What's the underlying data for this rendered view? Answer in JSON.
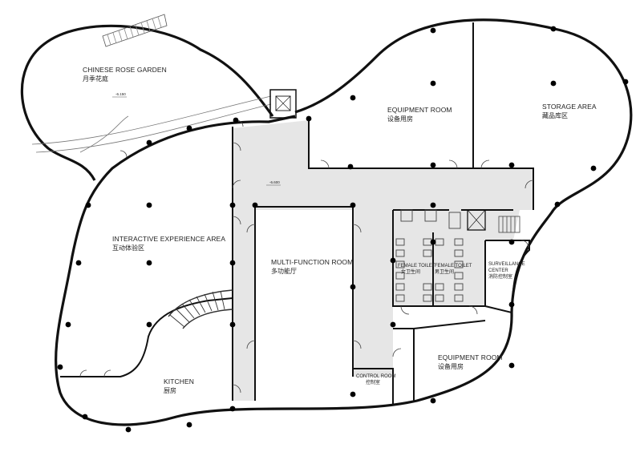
{
  "rooms": {
    "rose_garden": {
      "en": "CHINESE ROSE GARDEN",
      "cn": "月季花庭"
    },
    "equipment_room_north": {
      "en": "EQUIPMENT ROOM",
      "cn": "设备用房"
    },
    "storage_area": {
      "en": "STORAGE AREA",
      "cn": "藏品库区"
    },
    "interactive_experience": {
      "en": "INTERACTIVE EXPERIENCE AREA",
      "cn": "互动体验区"
    },
    "multi_function_room": {
      "en": "MULTI-FUNCTION ROOM",
      "cn": "多功能厅"
    },
    "female_toilet_left": {
      "en": "FEMALE TOILET",
      "cn": "女卫生间"
    },
    "female_toilet_right": {
      "en": "FEMALE TOILET",
      "cn": "男卫生间"
    },
    "surveillance_center": {
      "en1": "SURVEILLANCE",
      "en2": "CENTER",
      "cn": "消防控制室"
    },
    "equipment_room_south": {
      "en": "EQUIPMENT ROOM",
      "cn": "设备用房"
    },
    "control_room": {
      "en": "CONTROL ROOM",
      "cn": "控制室"
    },
    "kitchen": {
      "en": "KITCHEN",
      "cn": "厨房"
    }
  },
  "levels": {
    "garden_level": "-6.150",
    "corridor_level": "-6.600"
  },
  "colors": {
    "wall": "#111111",
    "corridor_fill": "#e6e6e6",
    "column": "#000000",
    "line": "#555555"
  }
}
